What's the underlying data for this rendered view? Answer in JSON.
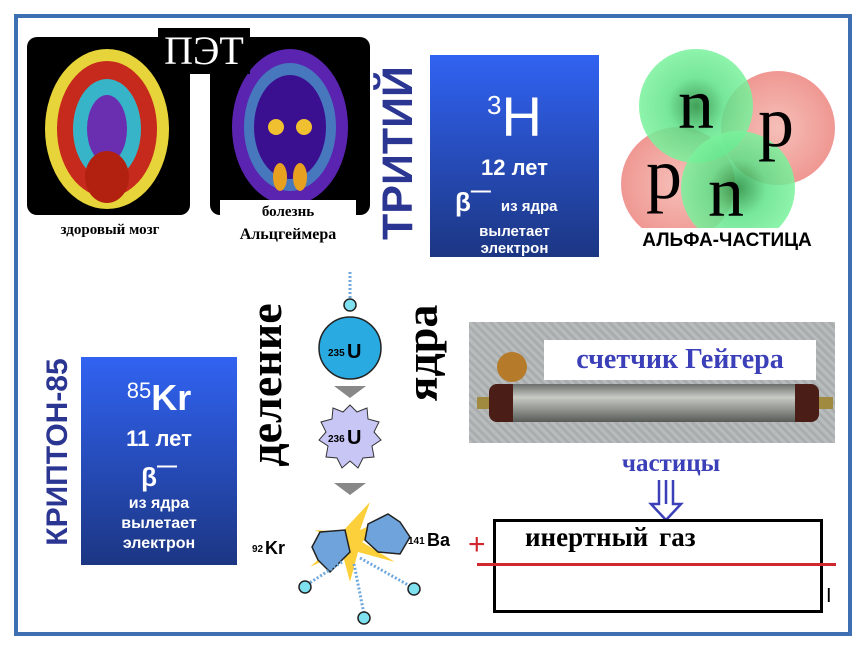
{
  "pet": {
    "title": "ПЭТ",
    "healthy_caption": "здоровый мозг",
    "alz_caption_1": "болезнь",
    "alz_caption_2": "Альцгеймера"
  },
  "tritium": {
    "vertical_label": "ТРИТИЙ",
    "mass": "3",
    "symbol": "H",
    "halflife": "12 лет",
    "beta": "β",
    "beta_sign": "—",
    "desc_1": "из ядра",
    "desc_2": "вылетает",
    "desc_3": "электрон"
  },
  "alpha": {
    "label": "АЛЬФА-ЧАСТИЦА",
    "n": "n",
    "p": "p"
  },
  "krypton": {
    "vertical_label": "КРИПТОН-85",
    "mass": "85",
    "symbol": "Kr",
    "halflife": "11 лет",
    "beta": "β",
    "beta_sign": "—",
    "desc_1": "из ядра",
    "desc_2": "вылетает",
    "desc_3": "электрон"
  },
  "fission": {
    "label_1": "деление",
    "label_2": "ядра",
    "u235_mass": "235",
    "u236_mass": "236",
    "u": "U",
    "kr_mass": "92",
    "kr": "Kr",
    "ba_mass": "141",
    "ba": "Ba"
  },
  "geiger": {
    "title": "счетчик Гейгера",
    "particles": "частицы",
    "gas": "инертный газ",
    "plus": "+",
    "minus": "I"
  },
  "colors": {
    "frame": "#3e6fb3",
    "title_blue": "#3b3fb8",
    "red": "#d0282e"
  }
}
